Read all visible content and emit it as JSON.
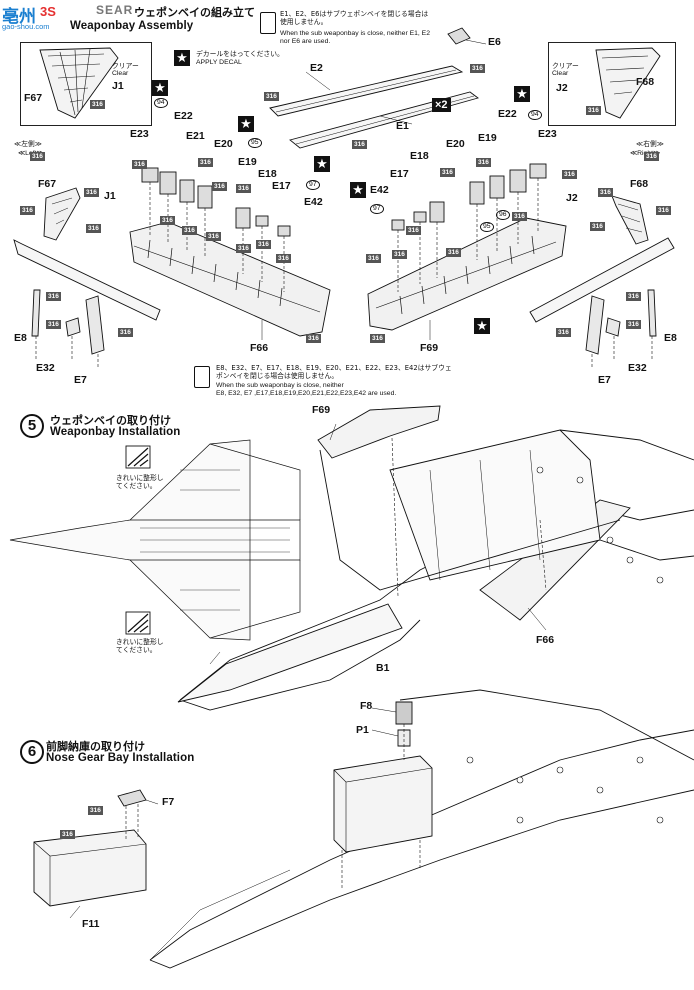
{
  "watermark": {
    "site_cn": "亳州",
    "site_brand": "3S",
    "site_url": "gao-shou.com"
  },
  "header": {
    "ja": "ウェポンベイの組み立て",
    "en_title_fragment": "SEAR",
    "en": "Weaponbay Assembly"
  },
  "notes": {
    "top_ja": "E1、E2、E6はサブウェポンベイを閉じる場合は使用しません。",
    "top_en": "When the sub weaponbay is close, neither E1, E2 nor E6 are used.",
    "decal_ja": "デカールをはってください。",
    "decal_en": "APPLY DECAL",
    "bottom_ja_parts": "E8、E32、E7、E17、E18、E19、E20、E21、E22、E23、E42はサブウェポンベイを閉じる場合は使用しません。",
    "bottom_en_1": "When the sub weaponbay is close, neither",
    "bottom_en_2": "E8, E32, E7 ,E17,E18,E19,E20,E21,E22,E23,E42 are used.",
    "clean_shape_ja": "きれいに整形してください。"
  },
  "sides": {
    "left": "≪左側≫ ≪Left≫",
    "left_ja": "≪左側≫",
    "left_en": "≪Left≫",
    "right_ja": "≪右側≫",
    "right_en": "≪Right≫"
  },
  "clear": {
    "ja": "クリアー",
    "en": "Clear"
  },
  "color_code": "316",
  "multiplier": "×2",
  "decal_numbers": [
    "94",
    "95",
    "96",
    "97"
  ],
  "parts": {
    "e1": "E1",
    "e2": "E2",
    "e6": "E6",
    "e7": "E7",
    "e8": "E8",
    "e17": "E17",
    "e18": "E18",
    "e19": "E19",
    "e20": "E20",
    "e21": "E21",
    "e22": "E22",
    "e23": "E23",
    "e32": "E32",
    "e42": "E42",
    "f66": "F66",
    "f67": "F67",
    "f68": "F68",
    "f69": "F69",
    "j1": "J1",
    "j2": "J2",
    "b1": "B1",
    "f8": "F8",
    "p1": "P1",
    "f7": "F7",
    "f11": "F11"
  },
  "step5": {
    "number": "5",
    "ja": "ウェポンベイの取り付け",
    "en": "Weaponbay Installation"
  },
  "step6": {
    "number": "6",
    "ja": "前脚納庫の取り付け",
    "en": "Nose Gear Bay Installation"
  }
}
